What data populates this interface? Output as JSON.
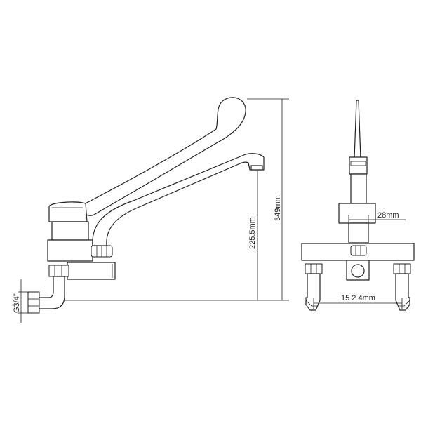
{
  "dimensions": {
    "total_height": "349mm",
    "spout_height": "225.5mm",
    "body_width": "28mm",
    "inlet_spacing": "15 2.4mm",
    "thread": "G3/4\""
  },
  "colors": {
    "line": "#222222",
    "background": "#ffffff"
  }
}
